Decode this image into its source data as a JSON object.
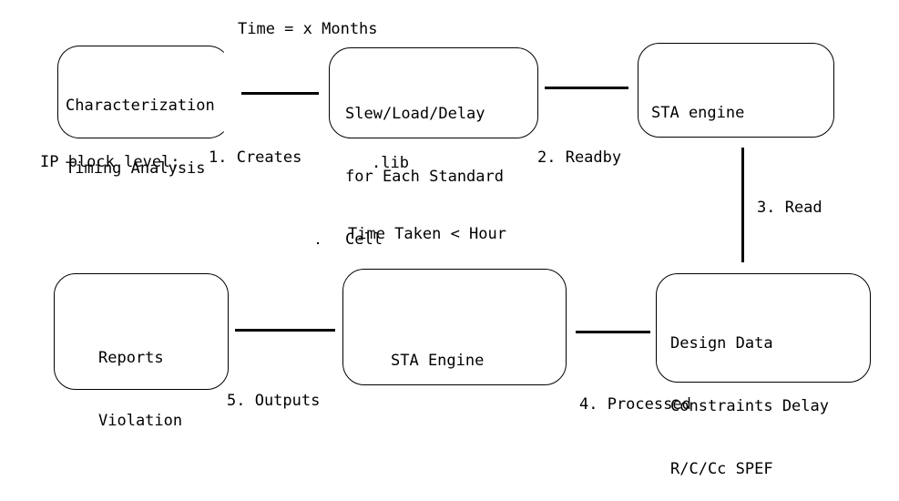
{
  "nodes": {
    "characterization": {
      "lines": [
        "Characterization",
        "Timing Analysis"
      ],
      "caption": "IP block level;"
    },
    "lib_cell": {
      "lines": [
        "Slew/Load/Delay",
        "for Each Standard",
        "Cell"
      ],
      "caption": ".lib"
    },
    "sta_engine_top": {
      "lines": [
        "STA engine"
      ]
    },
    "design_data": {
      "lines": [
        "Design Data",
        "Constraints Delay",
        "R/C/Cc SPEF"
      ]
    },
    "sta_engine_bottom": {
      "lines": [
        "STA Engine"
      ]
    },
    "reports": {
      "lines": [
        "Reports",
        "Violation"
      ]
    }
  },
  "annotations": {
    "time_months": "Time = x Months",
    "time_hour": "Time Taken < Hour"
  },
  "edges": {
    "creates": "1. Creates",
    "readby": "2. Readby",
    "read": "3. Read",
    "processed": "4. Processed",
    "outputs": "5. Outputs"
  }
}
